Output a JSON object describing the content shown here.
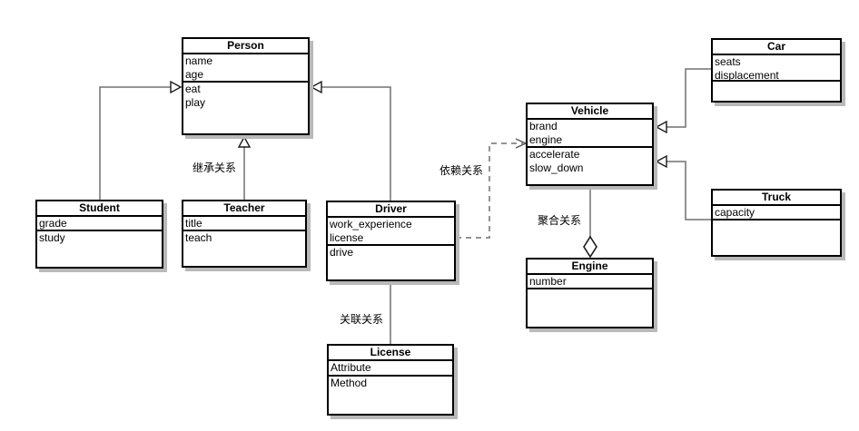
{
  "diagram": {
    "title": "UML class diagram",
    "background_color": "#ffffff",
    "box_fill_color": "#ffffff",
    "box_border_color": "#000000",
    "box_shadow_color": "#b9b9b9",
    "edge_color": "#707070"
  },
  "classes": {
    "person": {
      "name": "Person",
      "attributes": [
        "name",
        "age"
      ],
      "methods": [
        "eat",
        "play"
      ]
    },
    "student": {
      "name": "Student",
      "attributes": [
        "grade"
      ],
      "methods": [
        "study"
      ]
    },
    "teacher": {
      "name": "Teacher",
      "attributes": [
        "title"
      ],
      "methods": [
        "teach"
      ]
    },
    "driver": {
      "name": "Driver",
      "attributes": [
        "work_experience",
        "license"
      ],
      "methods": [
        "drive"
      ]
    },
    "license": {
      "name": "License",
      "attributes": [
        "Attribute"
      ],
      "methods": [
        "Method"
      ]
    },
    "vehicle": {
      "name": "Vehicle",
      "attributes": [
        "brand",
        "engine"
      ],
      "methods": [
        "accelerate",
        "slow_down"
      ]
    },
    "engine": {
      "name": "Engine",
      "attributes": [
        "number"
      ],
      "methods": []
    },
    "car": {
      "name": "Car",
      "attributes": [
        "seats",
        "displacement"
      ],
      "methods": []
    },
    "truck": {
      "name": "Truck",
      "attributes": [
        "capacity"
      ],
      "methods": []
    }
  },
  "relation_labels": {
    "inheritance": "继承关系",
    "dependency": "依赖关系",
    "association": "关联关系",
    "aggregation": "聚合关系"
  },
  "relationships": [
    {
      "from": "Student",
      "to": "Person",
      "type": "inheritance"
    },
    {
      "from": "Teacher",
      "to": "Person",
      "type": "inheritance",
      "label": "继承关系"
    },
    {
      "from": "Driver",
      "to": "Person",
      "type": "inheritance"
    },
    {
      "from": "Driver",
      "to": "Vehicle",
      "type": "dependency",
      "label": "依赖关系"
    },
    {
      "from": "Driver",
      "to": "License",
      "type": "association",
      "label": "关联关系"
    },
    {
      "from": "Vehicle",
      "to": "Engine",
      "type": "aggregation",
      "label": "聚合关系"
    },
    {
      "from": "Car",
      "to": "Vehicle",
      "type": "inheritance"
    },
    {
      "from": "Truck",
      "to": "Vehicle",
      "type": "inheritance"
    }
  ]
}
